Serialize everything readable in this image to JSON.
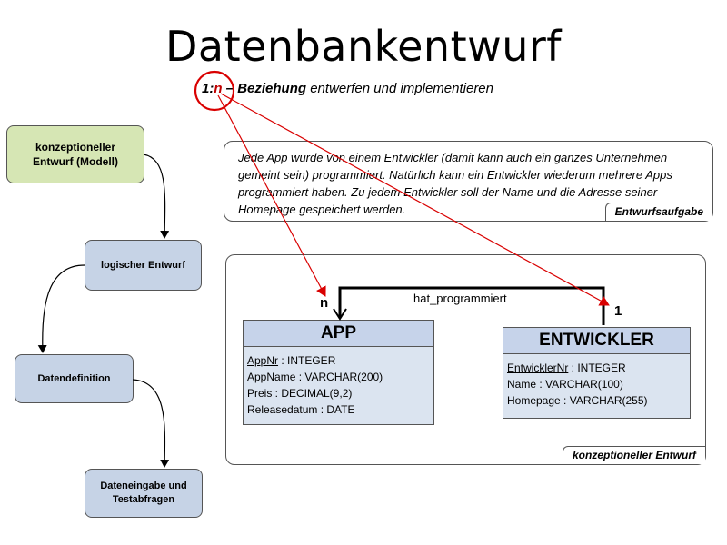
{
  "title": "Datenbankentwurf",
  "subtitle": {
    "one": "1:",
    "n": "n",
    "dash": " – ",
    "bold": "Beziehung",
    "rest": " entwerfen und implementieren"
  },
  "steps": [
    {
      "label_line1": "konzeptioneller",
      "label_line2": "Entwurf (Modell)"
    },
    {
      "label": "logischer Entwurf"
    },
    {
      "label": "Datendefinition"
    },
    {
      "label_line1": "Dateneingabe und",
      "label_line2": "Testabfragen"
    }
  ],
  "task": {
    "text": "Jede App wurde von einem Entwickler (damit kann auch ein ganzes Unternehmen gemeint sein) programmiert. Natürlich kann ein Entwickler wiederum mehrere Apps programmiert haben. Zu jedem Entwickler soll der Name und die Adresse seiner Homepage gespeichert werden.",
    "label": "Entwurfsaufgabe"
  },
  "model": {
    "label": "konzeptioneller Entwurf",
    "relationship": "hat_programmiert",
    "mult_app": "n",
    "mult_dev": "1",
    "app": {
      "name": "APP",
      "pk_name": "AppNr",
      "pk_type": " : INTEGER",
      "attrs": [
        "AppName  : VARCHAR(200)",
        "Preis : DECIMAL(9,2)",
        "Releasedatum  : DATE"
      ]
    },
    "dev": {
      "name": "ENTWICKLER",
      "pk_name": "EntwicklerNr",
      "pk_type": " : INTEGER",
      "attrs": [
        "Name : VARCHAR(100)",
        "Homepage : VARCHAR(255)"
      ]
    }
  },
  "colors": {
    "accent": "#d90000",
    "step_green": "#d6e6b4",
    "step_blue": "#c6d3e6",
    "entity_head": "#c6d3ea",
    "entity_body": "#dbe4f0"
  }
}
